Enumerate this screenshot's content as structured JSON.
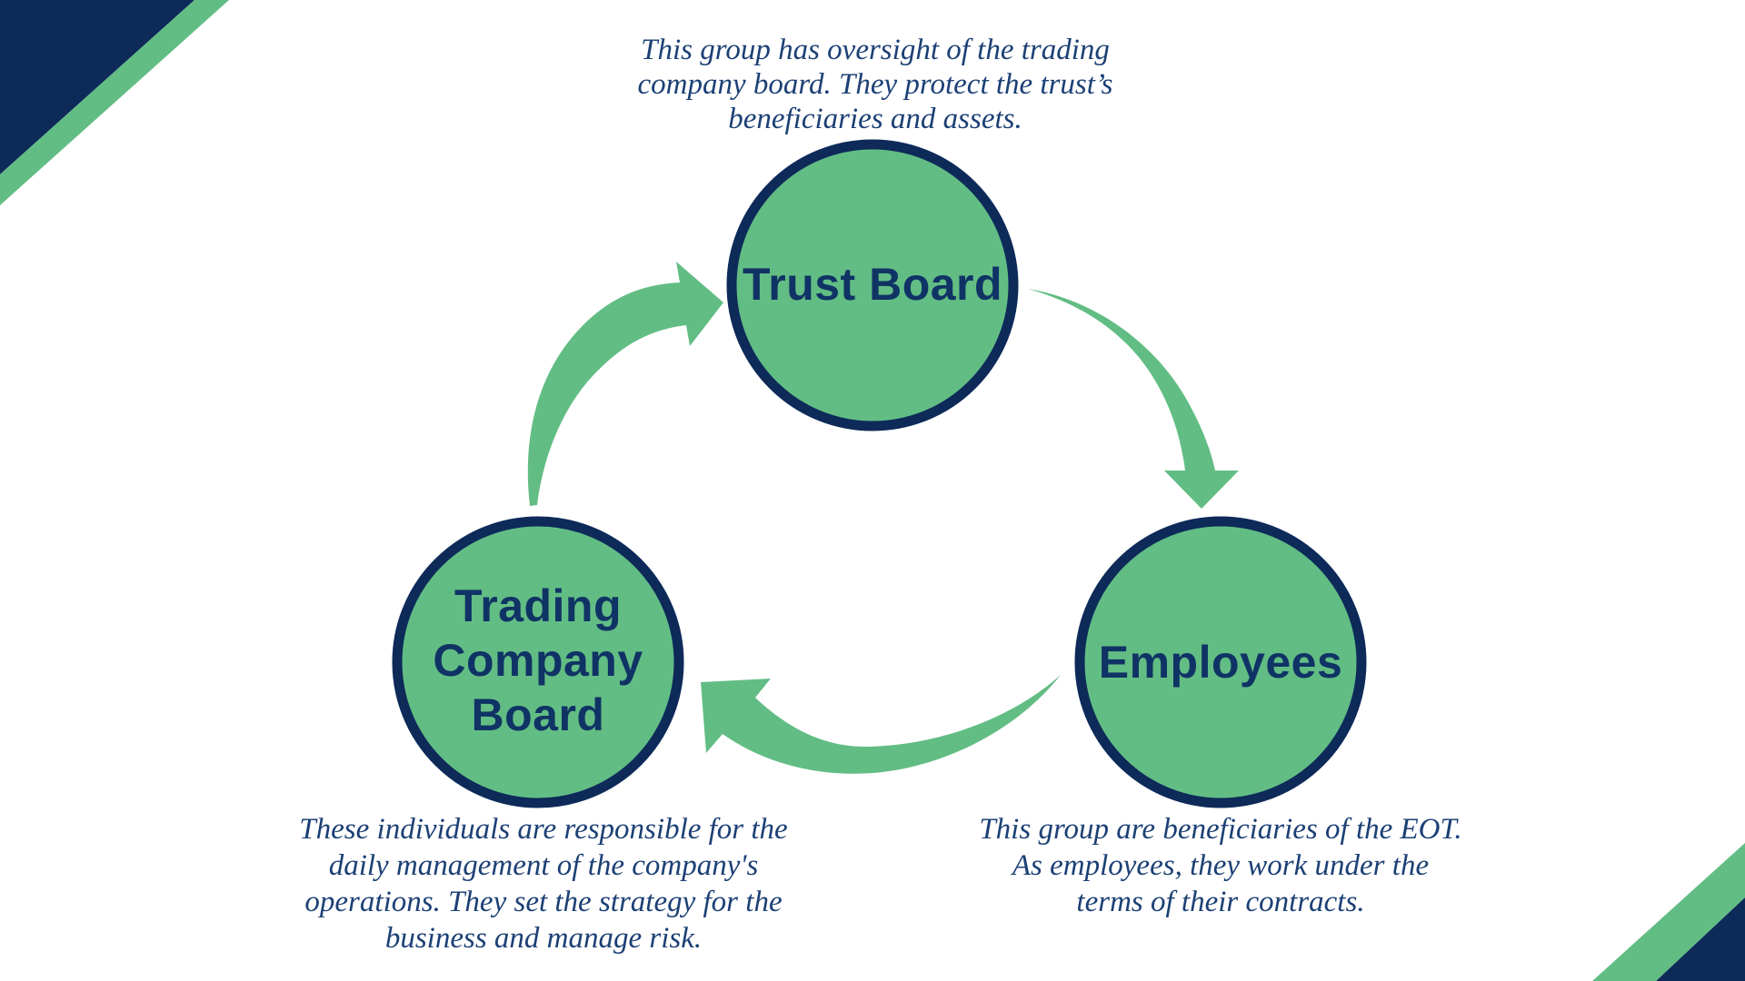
{
  "palette": {
    "green": "#62bd84",
    "navy": "#0d2a59",
    "label-navy": "#103365",
    "note-navy": "#1c4075",
    "background": "#ffffff"
  },
  "diagram": {
    "type": "cycle-diagram",
    "nodes": {
      "trust": {
        "label": "Trust Board",
        "note": [
          "This group has oversight of the trading",
          "company board. They protect the trust’s",
          "beneficiaries and assets."
        ]
      },
      "trading": {
        "label": [
          "Trading",
          "Company",
          "Board"
        ],
        "note": [
          "These individuals are responsible for the",
          "daily management of the company's",
          "operations. They set the strategy for the",
          "business and manage risk."
        ]
      },
      "employees": {
        "label": "Employees",
        "note": [
          "This group are beneficiaries of the EOT.",
          "As employees, they work under the",
          "terms of their contracts."
        ]
      }
    },
    "arrows": [
      {
        "from": "trading",
        "to": "trust"
      },
      {
        "from": "trust",
        "to": "employees"
      },
      {
        "from": "employees",
        "to": "trading"
      }
    ]
  }
}
